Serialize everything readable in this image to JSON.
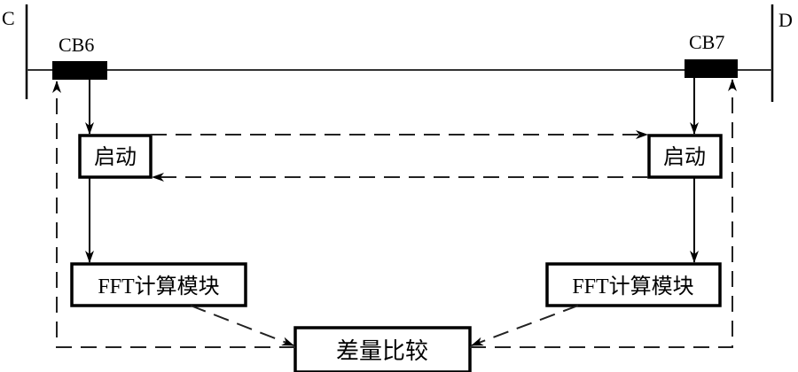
{
  "diagram": {
    "buses": {
      "left": "C",
      "right": "D"
    },
    "breakers": {
      "left": "CB6",
      "right": "CB7"
    },
    "blocks": {
      "start_left": "启动",
      "start_right": "启动",
      "fft_left": "FFT计算模块",
      "fft_right": "FFT计算模块",
      "compare": "差量比较"
    },
    "connections": [
      {
        "from": "CB6",
        "to": "start_left",
        "style": "solid"
      },
      {
        "from": "start_left",
        "to": "start_right",
        "style": "dashed"
      },
      {
        "from": "start_right",
        "to": "start_left",
        "style": "dashed"
      },
      {
        "from": "CB7",
        "to": "start_right",
        "style": "solid"
      },
      {
        "from": "start_left",
        "to": "fft_left",
        "style": "solid"
      },
      {
        "from": "start_right",
        "to": "fft_right",
        "style": "solid"
      },
      {
        "from": "fft_left",
        "to": "compare",
        "style": "dashed"
      },
      {
        "from": "fft_right",
        "to": "compare",
        "style": "dashed"
      },
      {
        "from": "compare",
        "to": "CB6",
        "style": "dashed"
      },
      {
        "from": "compare",
        "to": "CB7",
        "style": "dashed"
      }
    ]
  }
}
